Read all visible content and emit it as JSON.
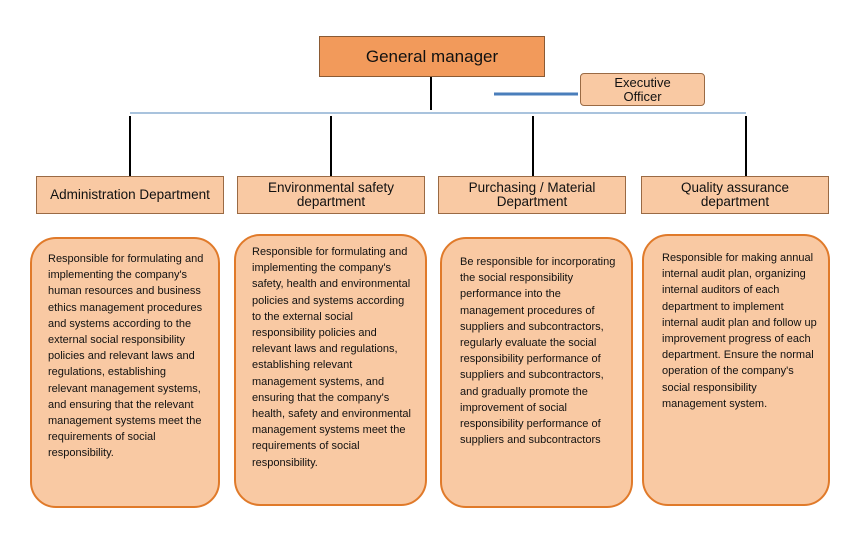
{
  "general_manager": {
    "label": "General manager"
  },
  "executive_officer": {
    "label": "Executive\nOfficer"
  },
  "departments": [
    {
      "name": "Administration Department",
      "description": "Responsible for formulating and implementing the company's human resources and business ethics management procedures and systems according to the external social responsibility policies and relevant laws and regulations, establishing relevant management systems, and ensuring that the relevant management systems meet the requirements of social responsibility."
    },
    {
      "name": "Environmental safety department",
      "description": "Responsible for formulating and implementing the company's safety, health and environmental policies and systems according to the external social responsibility policies and relevant laws and regulations, establishing relevant management systems, and ensuring that the company's health, safety and environmental management systems meet the requirements of social responsibility."
    },
    {
      "name": "Purchasing / Material Department",
      "description": "Be responsible for incorporating the social responsibility performance into the management procedures of suppliers and subcontractors, regularly evaluate the social responsibility performance of suppliers and subcontractors, and gradually promote the improvement of social responsibility performance of suppliers and subcontractors"
    },
    {
      "name": "Quality assurance department",
      "description": "Responsible for making annual internal audit plan, organizing internal auditors of each department to implement internal audit plan and follow up improvement progress of each department. Ensure the normal operation of the company's social responsibility management system."
    }
  ],
  "colors": {
    "general_manager_fill": "#f29a5b",
    "box_fill": "#f9c9a3",
    "description_border": "#e07a2a",
    "connector": "#000000",
    "horizontal_bar": "#a9c3dd",
    "executive_link": "#4a7ebb"
  }
}
